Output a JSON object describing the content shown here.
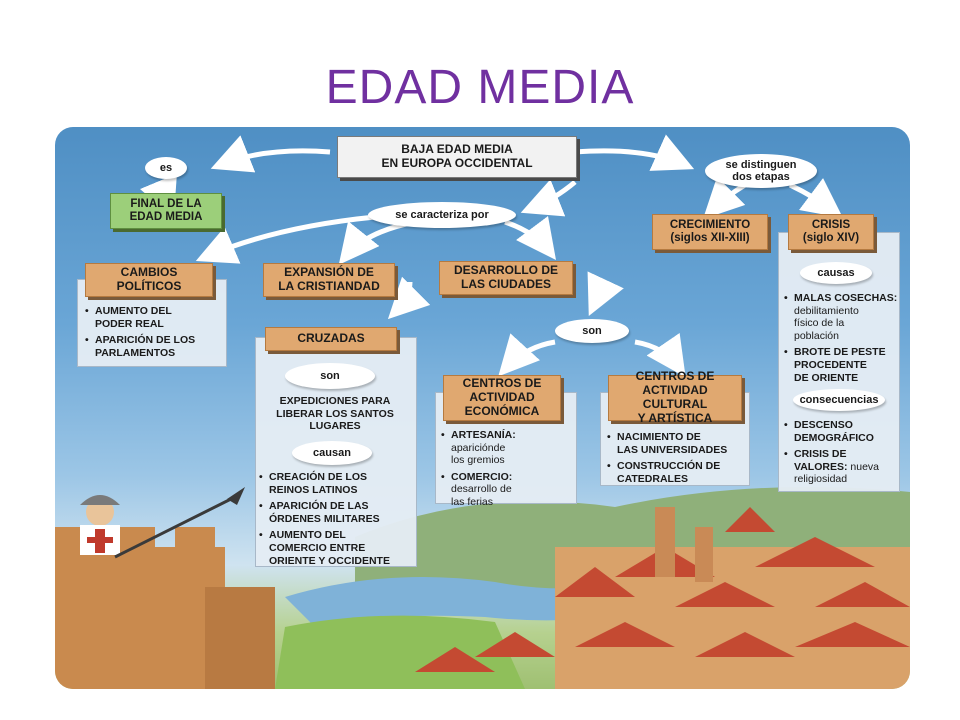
{
  "title": "EDAD MEDIA",
  "root": "BAJA EDAD MEDIA\nEN EUROPA OCCIDENTAL",
  "connectors": {
    "es": "es",
    "se_caracteriza_por": "se caracteriza por",
    "se_distinguen": "se distinguen\ndos etapas",
    "son_ciudades": "son",
    "son_cruzadas": "son",
    "causan": "causan",
    "causas": "causas",
    "consecuencias": "consecuencias"
  },
  "final": "FINAL DE LA\nEDAD MEDIA",
  "cambios": {
    "header": "CAMBIOS\nPOLÍTICOS",
    "items": [
      "AUMENTO DEL\nPODER REAL",
      "APARICIÓN DE LOS\nPARLAMENTOS"
    ]
  },
  "expansion": {
    "header": "EXPANSIÓN DE\nLA CRISTIANDAD"
  },
  "cruzadas": {
    "header": "CRUZADAS",
    "son_text": "EXPEDICIONES PARA\nLIBERAR LOS SANTOS\nLUGARES",
    "items": [
      "CREACIÓN DE LOS\nREINOS LATINOS",
      "APARICIÓN DE LAS\nÓRDENES MILITARES",
      "AUMENTO DEL\nCOMERCIO ENTRE\nORIENTE Y OCCIDENTE"
    ]
  },
  "desarrollo": {
    "header": "DESARROLLO DE\nLAS CIUDADES"
  },
  "economica": {
    "header": "CENTROS DE\nACTIVIDAD\nECONÓMICA",
    "items": [
      {
        "strong": "ARTESANÍA:",
        "rest": "\napariciónde\nlos gremios"
      },
      {
        "strong": "COMERCIO:",
        "rest": "\ndesarrollo de\nlas ferias"
      }
    ]
  },
  "cultural": {
    "header": "CENTROS DE\nACTIVIDAD CULTURAL\nY ARTÍSTICA",
    "items": [
      "NACIMIENTO DE\nLAS UNIVERSIDADES",
      "CONSTRUCCIÓN DE\nCATEDRALES"
    ]
  },
  "crecimiento": "CRECIMIENTO\n(siglos XII-XIII)",
  "crisis": {
    "header": "CRISIS\n(siglo XIV)",
    "causas": [
      {
        "strong": "MALAS COSECHAS:",
        "rest": "\ndebilitamiento\nfísico de la\npoblación"
      },
      {
        "strong": "BROTE DE PESTE\nPROCEDENTE\nDE ORIENTE",
        "rest": ""
      }
    ],
    "consecuencias": [
      {
        "strong": "DESCENSO\nDEMOGRÁFICO",
        "rest": ""
      },
      {
        "strong": "CRISIS DE\nVALORES:",
        "rest": " nueva\nreligiosidad"
      }
    ]
  }
}
